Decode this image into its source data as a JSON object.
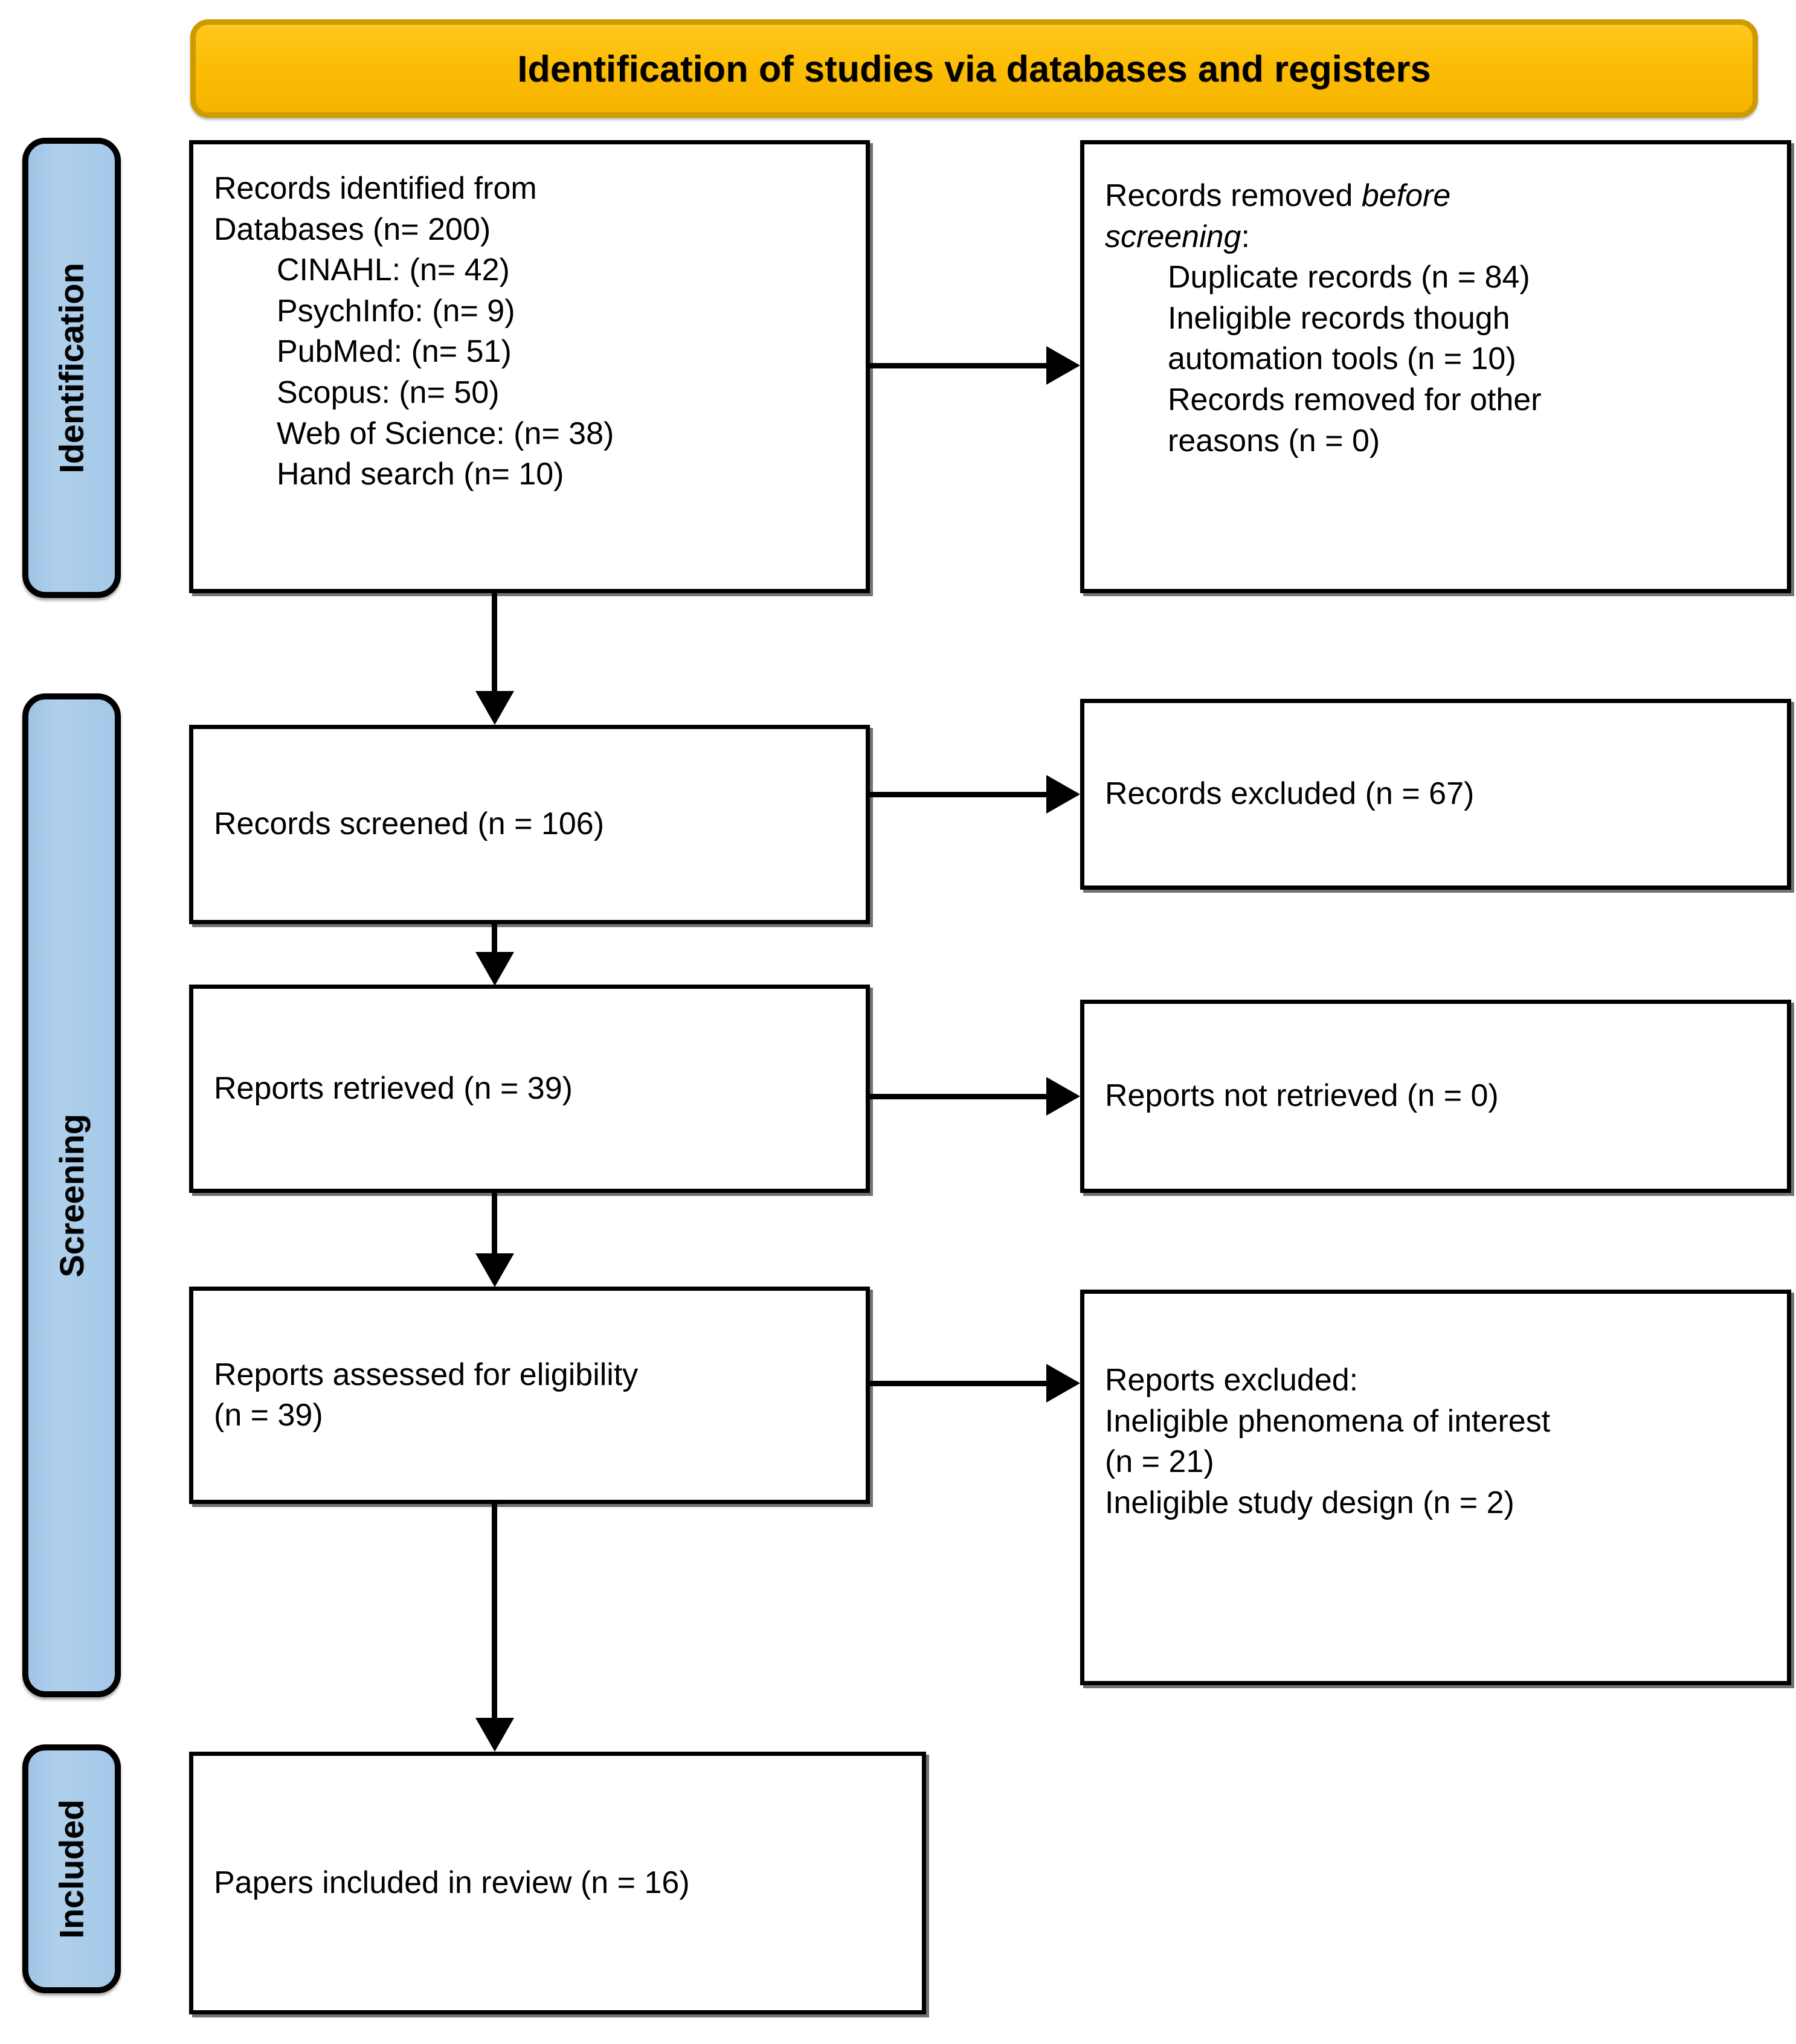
{
  "diagram": {
    "title": "Identification of studies via databases and registers",
    "accent_yellow": "#FBBF0C",
    "accent_blue": "#A8CBE8",
    "stages": [
      {
        "id": "identification",
        "label": "Identification"
      },
      {
        "id": "screening",
        "label": "Screening"
      },
      {
        "id": "included",
        "label": "Included"
      }
    ],
    "boxes": {
      "records_identified": {
        "lines": [
          {
            "text": "Records identified from",
            "indent": false
          },
          {
            "text": "Databases (n= 200)",
            "indent": false
          },
          {
            "text": "CINAHL: (n= 42)",
            "indent": true
          },
          {
            "text": "PsychInfo: (n= 9)",
            "indent": true
          },
          {
            "text": "PubMed: (n= 51)",
            "indent": true
          },
          {
            "text": "Scopus: (n= 50)",
            "indent": true
          },
          {
            "text": "Web of Science: (n= 38)",
            "indent": true
          },
          {
            "text": "Hand search (n= 10)",
            "indent": true
          }
        ]
      },
      "records_removed_before_screening": {
        "line1_prefix": "Records removed ",
        "line1_italic": "before",
        "line2_italic": "screening",
        "line2_suffix": ":",
        "lines": [
          {
            "text": "Duplicate records (n = 84)",
            "indent": true
          },
          {
            "text": "Ineligible records though",
            "indent": true
          },
          {
            "text": "automation tools (n = 10)",
            "indent": true
          },
          {
            "text": "Records removed for other",
            "indent": true
          },
          {
            "text": "reasons (n = 0)",
            "indent": true
          }
        ]
      },
      "records_screened": {
        "lines": [
          {
            "text": "Records screened (n = 106)",
            "indent": false
          }
        ]
      },
      "records_excluded": {
        "lines": [
          {
            "text": "Records excluded (n = 67)",
            "indent": false
          }
        ]
      },
      "reports_retrieved": {
        "lines": [
          {
            "text": "Reports retrieved (n = 39)",
            "indent": false
          }
        ]
      },
      "reports_not_retrieved": {
        "lines": [
          {
            "text": "Reports not retrieved (n = 0)",
            "indent": false
          }
        ]
      },
      "reports_assessed": {
        "lines": [
          {
            "text": "Reports assessed for eligibility",
            "indent": false
          },
          {
            "text": "(n = 39)",
            "indent": false
          }
        ]
      },
      "reports_excluded": {
        "lines": [
          {
            "text": "Reports excluded:",
            "indent": false
          },
          {
            "text": "Ineligible phenomena of interest",
            "indent": false
          },
          {
            "text": "(n = 21)",
            "indent": false
          },
          {
            "text": "Ineligible study design (n = 2)",
            "indent": false
          }
        ]
      },
      "papers_included": {
        "lines": [
          {
            "text": "Papers included in review (n = 16)",
            "indent": false
          }
        ]
      }
    }
  },
  "chart_data": {
    "type": "diagram",
    "title": "Identification of studies via databases and registers",
    "flow": [
      {
        "stage": "Identification",
        "node": "Records identified from Databases",
        "n": 200,
        "breakdown": [
          {
            "source": "CINAHL",
            "n": 42
          },
          {
            "source": "PsychInfo",
            "n": 9
          },
          {
            "source": "PubMed",
            "n": 51
          },
          {
            "source": "Scopus",
            "n": 50
          },
          {
            "source": "Web of Science",
            "n": 38
          },
          {
            "source": "Hand search",
            "n": 10
          }
        ]
      },
      {
        "stage": "Identification",
        "node": "Records removed before screening",
        "breakdown": [
          {
            "reason": "Duplicate records",
            "n": 84
          },
          {
            "reason": "Ineligible records though automation tools",
            "n": 10
          },
          {
            "reason": "Records removed for other reasons",
            "n": 0
          }
        ]
      },
      {
        "stage": "Screening",
        "node": "Records screened",
        "n": 106
      },
      {
        "stage": "Screening",
        "node": "Records excluded",
        "n": 67
      },
      {
        "stage": "Screening",
        "node": "Reports retrieved",
        "n": 39
      },
      {
        "stage": "Screening",
        "node": "Reports not retrieved",
        "n": 0
      },
      {
        "stage": "Screening",
        "node": "Reports assessed for eligibility",
        "n": 39
      },
      {
        "stage": "Screening",
        "node": "Reports excluded",
        "breakdown": [
          {
            "reason": "Ineligible phenomena of interest",
            "n": 21
          },
          {
            "reason": "Ineligible study design",
            "n": 2
          }
        ]
      },
      {
        "stage": "Included",
        "node": "Papers included in review",
        "n": 16
      }
    ]
  }
}
